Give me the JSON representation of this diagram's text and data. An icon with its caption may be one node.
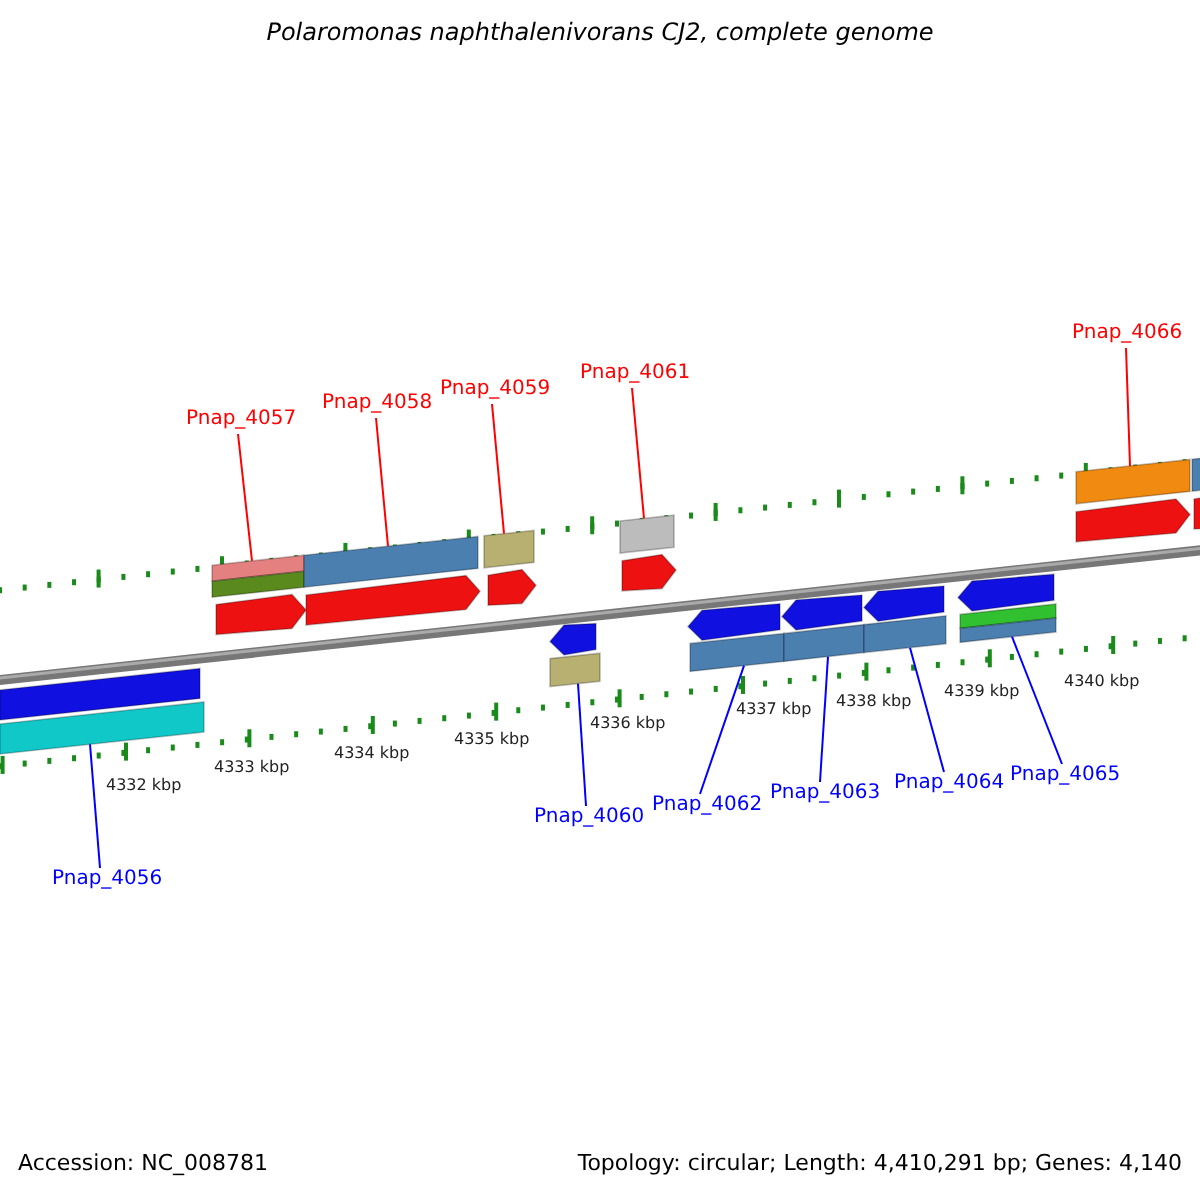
{
  "diagram": {
    "title": "Polaromonas naphthalenivorans CJ2, complete genome",
    "nodes": [
      {
        "text": [
          "Pnap_4056"
        ]
      },
      {
        "text": [
          "Pnap_4057"
        ]
      },
      {
        "text": [
          "Pnap_4058"
        ]
      },
      {
        "text": [
          "Pnap_4059"
        ]
      },
      {
        "text": [
          "Pnap_4060"
        ]
      },
      {
        "text": [
          "Pnap_4061"
        ]
      },
      {
        "text": [
          "Pnap_4062"
        ]
      },
      {
        "text": [
          "Pnap_4063"
        ]
      },
      {
        "text": [
          "Pnap_4064"
        ]
      },
      {
        "text": [
          "Pnap_4065"
        ]
      },
      {
        "text": [
          "Pnap_4066"
        ]
      },
      {
        "text": [],
        "shape": "arrow"
      },
      {
        "text": [],
        "shape": "arrow"
      },
      {
        "text": [],
        "shape": "arrow"
      },
      {
        "text": [],
        "shape": "arrow"
      },
      {
        "text": [],
        "shape": "arrow"
      },
      {
        "text": [],
        "shape": "arrow"
      },
      {
        "text": [],
        "shape": "arrow"
      },
      {
        "text": [],
        "shape": "arrow"
      },
      {
        "text": [],
        "shape": "arrow"
      },
      {
        "text": [],
        "shape": "arrow"
      },
      {
        "text": [],
        "shape": "arrow"
      },
      {
        "text": [],
        "shape": "arrow"
      }
    ],
    "edges": [
      {
        "from": 0,
        "to": 11,
        "arrow": "none"
      },
      {
        "from": 1,
        "to": 12,
        "arrow": "none",
        "color": "#ff0000"
      },
      {
        "from": 2,
        "to": 13,
        "arrow": "none",
        "color": "#ff0000"
      },
      {
        "from": 3,
        "to": 14,
        "arrow": "none",
        "color": "#ff0000"
      },
      {
        "from": 4,
        "to": 15,
        "arrow": "none"
      },
      {
        "from": 5,
        "to": 16,
        "arrow": "none",
        "color": "#ff0000"
      },
      {
        "from": 6,
        "to": 17,
        "arrow": "none"
      },
      {
        "from": 7,
        "to": 18,
        "arrow": "none"
      },
      {
        "from": 8,
        "to": 19,
        "arrow": "none"
      },
      {
        "from": 9,
        "to": 20,
        "arrow": "none"
      },
      {
        "from": 10,
        "to": 21,
        "arrow": "none",
        "color": "#ff0000"
      }
    ],
    "labels": [
      "4332 kbp",
      "4333 kbp",
      "4334 kbp",
      "4335 kbp",
      "4336 kbp",
      "4337 kbp",
      "4338 kbp",
      "4339 kbp",
      "4340 kbp",
      "Accession: NC_008781",
      "Topology: circular; Length: 4,410,291 bp; Genes: 4,140"
    ]
  }
}
